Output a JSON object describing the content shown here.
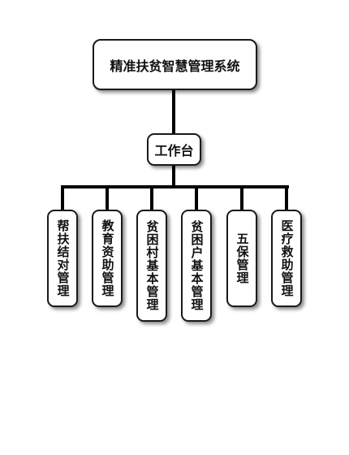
{
  "diagram": {
    "root": {
      "label": "精准扶贫智慧管理系统"
    },
    "hub": {
      "label": "工作台"
    },
    "modules": [
      {
        "label": "帮扶结对管理"
      },
      {
        "label": "教育资助管理"
      },
      {
        "label": "贫困村基本管理"
      },
      {
        "label": "贫困户基本管理"
      },
      {
        "label": "五保管理"
      },
      {
        "label": "医疗救助管理"
      }
    ]
  }
}
